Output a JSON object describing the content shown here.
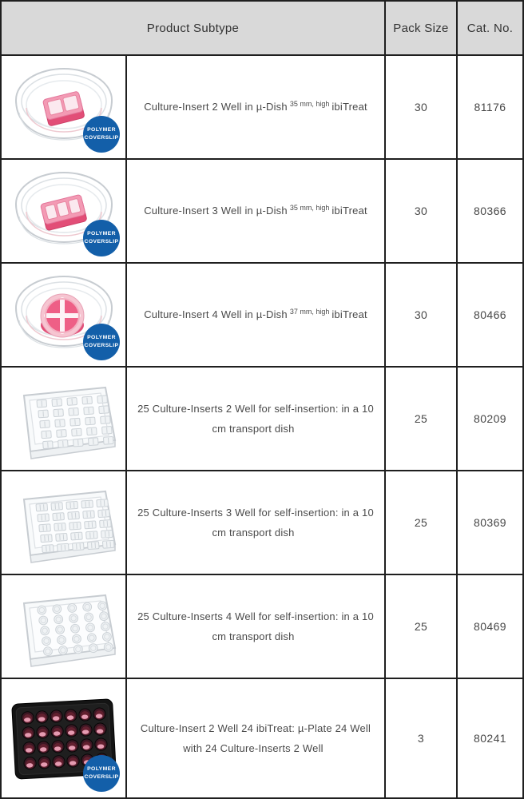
{
  "table": {
    "header": {
      "product": "Product Subtype",
      "pack_size": "Pack Size",
      "cat_no": "Cat. No."
    },
    "badge": {
      "line1": "POLYMER",
      "line2": "COVERSLIP"
    },
    "rows": [
      {
        "image": "culture-insert-2-well-in-round-dish-photo",
        "name": "Culture-Insert 2 Well in µ-Dish",
        "sup": "35 mm, high",
        "suffix": "ibiTreat",
        "pack_size": "30",
        "cat_no": "81176",
        "has_badge": true
      },
      {
        "image": "culture-insert-3-well-in-round-dish-photo",
        "name": "Culture-Insert 3 Well in µ-Dish",
        "sup": "35 mm, high",
        "suffix": "ibiTreat",
        "pack_size": "30",
        "cat_no": "80366",
        "has_badge": true
      },
      {
        "image": "culture-insert-4-well-in-round-dish-photo",
        "name": "Culture-Insert 4 Well in µ-Dish",
        "sup": "37 mm, high",
        "suffix": "ibiTreat",
        "pack_size": "30",
        "cat_no": "80466",
        "has_badge": true
      },
      {
        "image": "transport-dish-with-25-two-well-inserts-photo",
        "name": "25 Culture-Inserts 2 Well for self-insertion: in a 10 cm transport dish",
        "sup": "",
        "suffix": "",
        "pack_size": "25",
        "cat_no": "80209",
        "has_badge": false
      },
      {
        "image": "transport-dish-with-25-three-well-inserts-photo",
        "name": "25 Culture-Inserts 3 Well for self-insertion: in a 10 cm transport dish",
        "sup": "",
        "suffix": "",
        "pack_size": "25",
        "cat_no": "80369",
        "has_badge": false
      },
      {
        "image": "transport-dish-with-25-four-well-inserts-photo",
        "name": "25 Culture-Inserts 4 Well for self-insertion: in a 10 cm transport dish",
        "sup": "",
        "suffix": "",
        "pack_size": "25",
        "cat_no": "80469",
        "has_badge": false
      },
      {
        "image": "black-24-well-plate-photo",
        "name": "Culture-Insert 2 Well 24 ibiTreat: µ-Plate 24 Well with 24 Culture-Inserts 2 Well",
        "sup": "",
        "suffix": "",
        "pack_size": "3",
        "cat_no": "80241",
        "has_badge": true
      }
    ],
    "colors": {
      "header_bg": "#d9d9d9",
      "border": "#1f1f1f",
      "badge_blue": "#135fa9",
      "insert_pink": "#ee5f86",
      "plate_black": "#141414"
    }
  }
}
